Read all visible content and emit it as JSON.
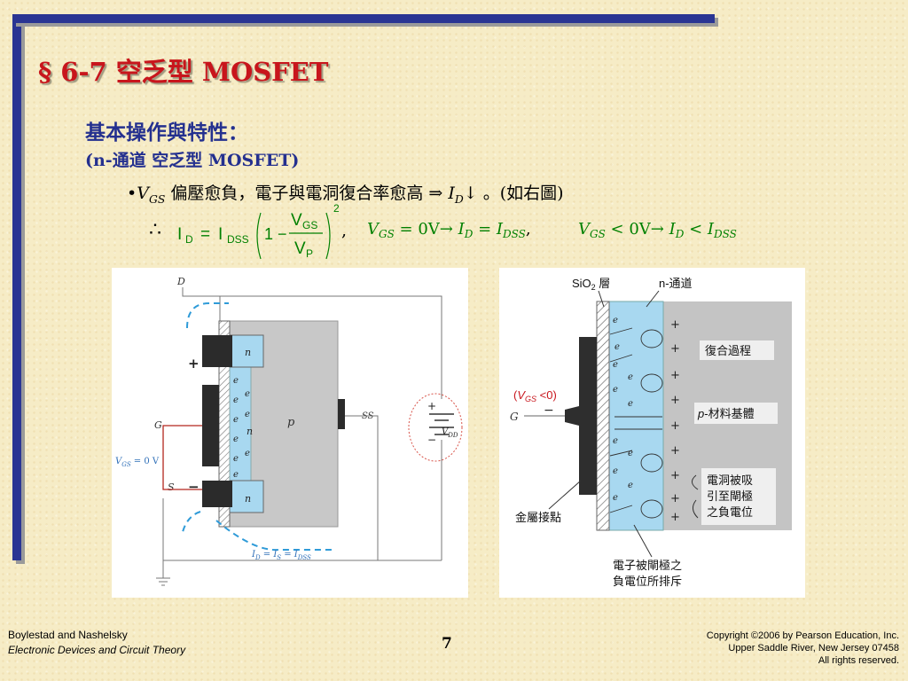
{
  "slide": {
    "title": "§ 6-7   空乏型 MOSFET",
    "subtitle1": "基本操作與特性：",
    "subtitle2": "(n-通道 空乏型 MOSFET)",
    "bullet": {
      "vgs": "V",
      "vgs_sub": "GS",
      "text1": " 偏壓愈負，電子與電洞復合率愈高 ⇒ ",
      "id": "I",
      "id_sub": "D",
      "text2": "↓ 。(如右圖)"
    },
    "formula": {
      "therefore": "∴",
      "id": "I",
      "id_sub": "D",
      "eq": "=",
      "idss": "I",
      "idss_sub": "DSS",
      "one_minus": "1 −",
      "num": "V",
      "num_sub": "GS",
      "den": "V",
      "den_sub": "P",
      "power": "2",
      "comma": ",",
      "c1_v": "V",
      "c1_vsub": "GS",
      "c1_eq": " = 0V→ ",
      "c1_i": "I",
      "c1_isub": "D",
      "c1_eq2": " = ",
      "c1_i2": "I",
      "c1_i2sub": "DSS",
      "c1_comma": ",",
      "c2_v": "V",
      "c2_vsub": "GS",
      "c2_lt": " < 0V→ ",
      "c2_i": "I",
      "c2_isub": "D",
      "c2_lt2": " < ",
      "c2_i2": "I",
      "c2_i2sub": "DSS"
    }
  },
  "figure_left": {
    "D": "D",
    "G": "G",
    "S": "S",
    "SS": "SS",
    "n": "n",
    "p": "p",
    "e": "e",
    "plus": "+",
    "minus": "−",
    "vgs": "V",
    "vgs_sub": "GS",
    "vgs_val": " = 0 V",
    "vdd": "V",
    "vdd_sub": "DD",
    "current": "I",
    "current_d": "D",
    "current_eq": " = I",
    "current_s": "S",
    "current_eq2": " = I",
    "current_dss": "DSS"
  },
  "figure_right": {
    "sio2": "SiO",
    "sio2_sub": "2",
    "sio2_layer": " 層",
    "nchannel": "n-通道",
    "recombination": "復合過程",
    "vgs_open": "(",
    "vgs_v": "V",
    "vgs_sub": "GS",
    "vgs_close": " <0)",
    "G": "G",
    "p_mat": "p",
    "p_mat_text": "-材料基體",
    "holes_line1": "電洞被吸",
    "holes_line2": "引至閘極",
    "holes_line3": "之負電位",
    "metal": "金屬接點",
    "elec_line1": "電子被閘極之",
    "elec_line2": "負電位所排斥",
    "e": "e",
    "plus": "+"
  },
  "footer": {
    "authors": "Boylestad and Nashelsky",
    "book": "Electronic Devices and Circuit Theory",
    "page": "7",
    "copyright1": "Copyright ©2006 by Pearson Education, Inc.",
    "copyright2": "Upper Saddle River, New Jersey 07458",
    "copyright3": "All rights reserved."
  },
  "colors": {
    "title_red": "#c8151c",
    "subtitle_blue": "#24308f",
    "formula_green": "#008000",
    "channel_blue": "#a8d8f0",
    "substrate_gray": "#c0c0c0",
    "bar_blue": "#2a3593"
  }
}
